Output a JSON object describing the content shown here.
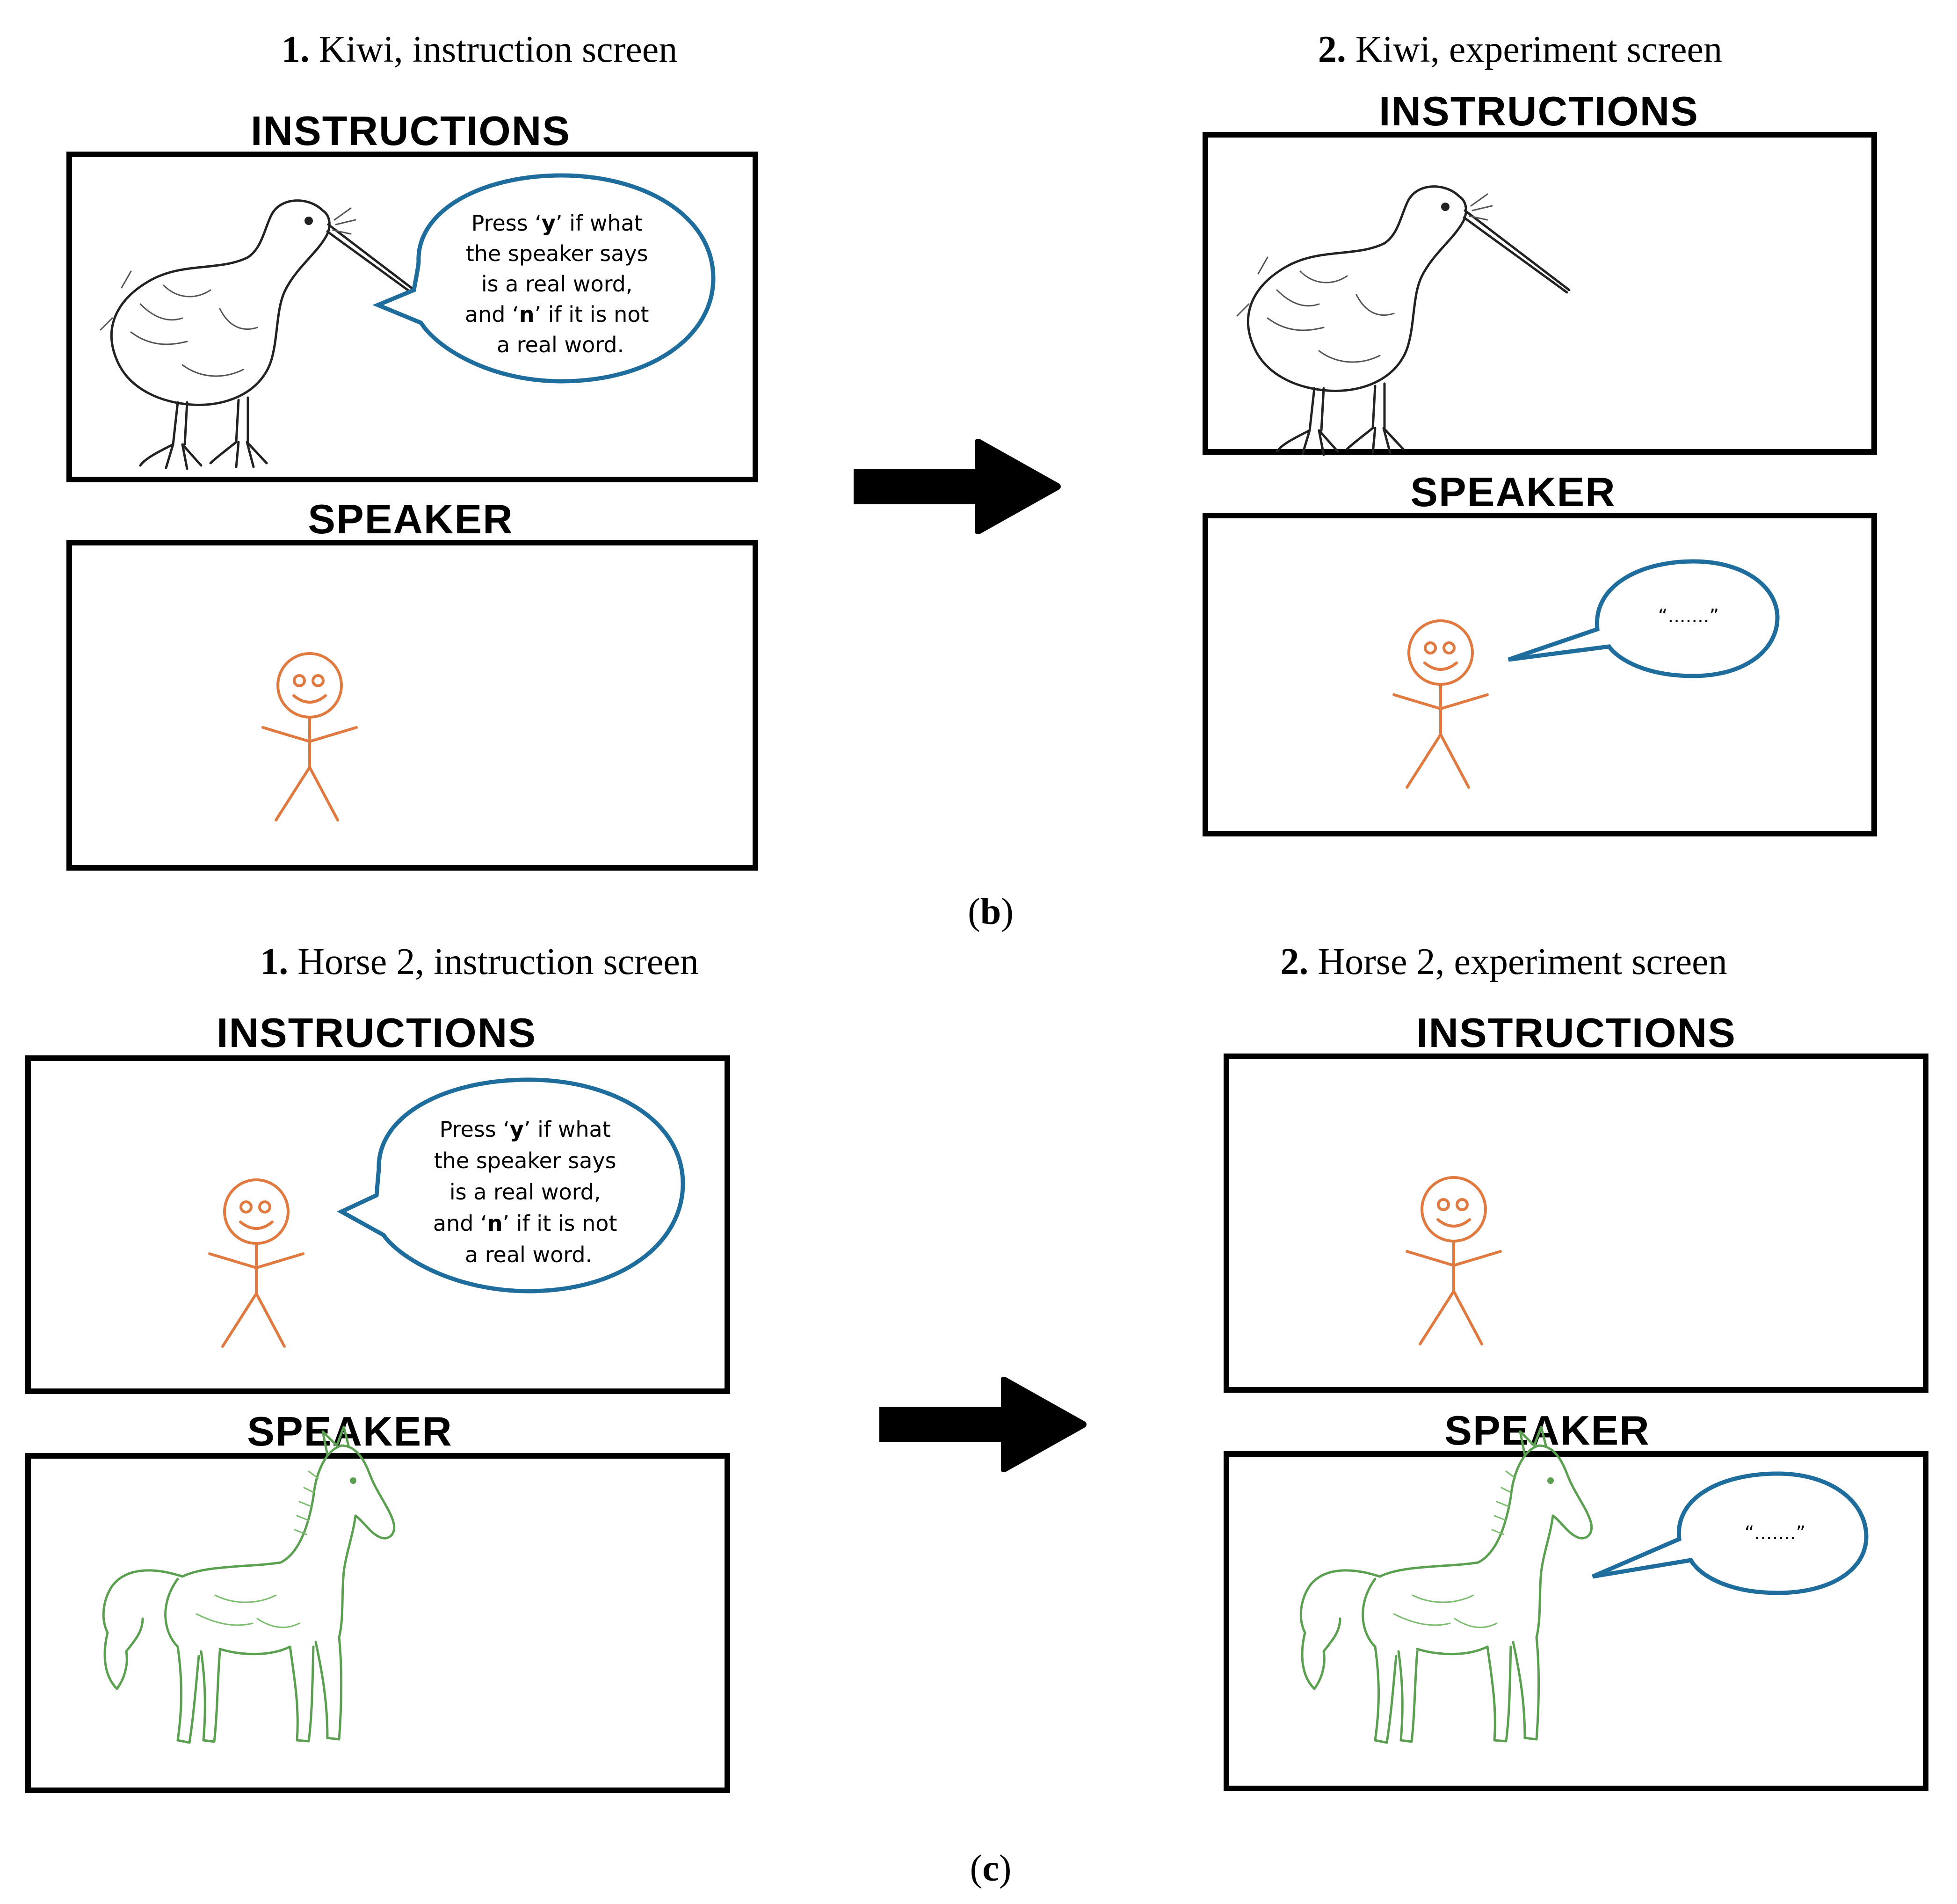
{
  "figure": {
    "section_b": {
      "label_letter": "b",
      "left": {
        "num": "1.",
        "caption": "Kiwi, instruction screen",
        "instructions_heading": "INSTRUCTIONS",
        "speaker_heading": "SPEAKER",
        "instruction_figure": "kiwi",
        "speaker_figure": "stick-figure"
      },
      "right": {
        "num": "2.",
        "caption": "Kiwi, experiment screen",
        "instructions_heading": "INSTRUCTIONS",
        "speaker_heading": "SPEAKER",
        "instruction_figure": "kiwi",
        "speaker_figure": "stick-figure"
      }
    },
    "section_c": {
      "label_letter": "c",
      "left": {
        "num": "1.",
        "caption": "Horse 2, instruction screen",
        "instructions_heading": "INSTRUCTIONS",
        "speaker_heading": "SPEAKER",
        "instruction_figure": "stick-figure",
        "speaker_figure": "horse"
      },
      "right": {
        "num": "2.",
        "caption": "Horse 2, experiment screen",
        "instructions_heading": "INSTRUCTIONS",
        "speaker_heading": "SPEAKER",
        "instruction_figure": "stick-figure",
        "speaker_figure": "horse"
      }
    },
    "instruction_bubble": {
      "line1_pre": "Press ‘",
      "line1_key": "y",
      "line1_post": "’ if what",
      "line2": "the speaker says",
      "line3": "is a real word,",
      "line4_pre": "and ‘",
      "line4_key": "n",
      "line4_post": "’ if it is not",
      "line5": "a real word."
    },
    "speech_bubble_text": "“.......”",
    "colors": {
      "bubble_stroke": "#1f6d9c",
      "stick_figure": "#e07a40",
      "horse": "#5aa050",
      "arrow": "#000000"
    }
  }
}
